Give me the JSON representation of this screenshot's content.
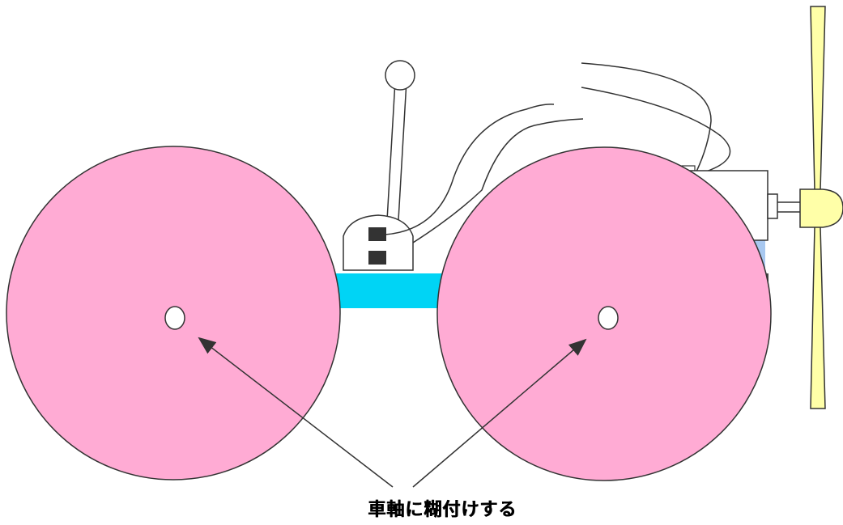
{
  "caption": "車軸に糊付けする",
  "colors": {
    "background": "#ffffff",
    "wheel_fill": "#ffabd4",
    "wheel_stroke": "#333333",
    "axle_bar": "#00d4f5",
    "propeller_fill": "#ffffa8",
    "motor_fill": "#ffffff",
    "battery_block": "#333333",
    "holder_blue": "#a8c8f0",
    "arrow_color": "#333333"
  },
  "icons": {
    "left_wheel": "wheel-shape",
    "right_wheel": "wheel-shape",
    "lever": "switch-lever-shape",
    "motor": "motor-shape",
    "propeller": "propeller-shape",
    "arrow": "arrow-pointer"
  }
}
